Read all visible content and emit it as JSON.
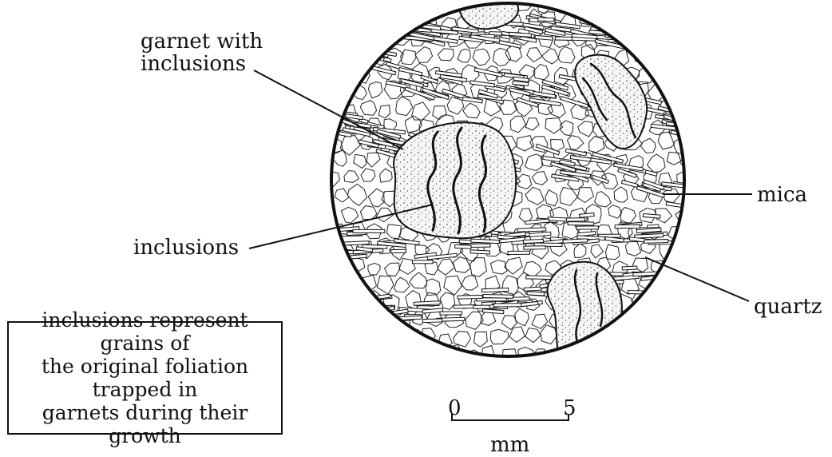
{
  "labels": {
    "garnet_line1": "garnet with",
    "garnet_line2": "inclusions",
    "inclusions": "inclusions",
    "mica": "mica",
    "quartz": "quartz"
  },
  "note": {
    "line1": "inclusions represent grains of",
    "line2": "the original foliation trapped in",
    "line3": "garnets during their growth"
  },
  "scale_bar": {
    "min": "0",
    "max": "5",
    "unit": "mm"
  },
  "colors": {
    "ink": "#111111",
    "paper": "#ffffff",
    "garnet_fill": "#f4f4f4"
  }
}
